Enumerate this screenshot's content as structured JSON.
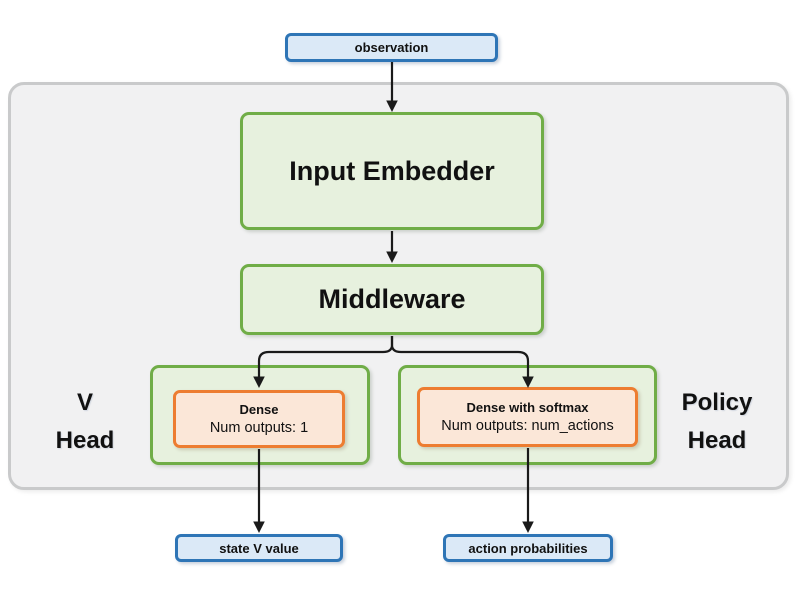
{
  "nodes": {
    "observation": {
      "label": "observation"
    },
    "input_embedder": {
      "label": "Input Embedder"
    },
    "middleware": {
      "label": "Middleware"
    },
    "v_head": {
      "label_line1": "V",
      "label_line2": "Head"
    },
    "v_dense": {
      "title": "Dense",
      "subtitle": "Num outputs: 1"
    },
    "policy_head": {
      "label_line1": "Policy",
      "label_line2": "Head"
    },
    "policy_dense": {
      "title": "Dense with softmax",
      "subtitle": "Num outputs: num_actions"
    },
    "state_v_value": {
      "label": "state V value"
    },
    "action_probabilities": {
      "label": "action probabilities"
    }
  },
  "colors": {
    "io_fill": "#dbe9f7",
    "io_border": "#2e75b6",
    "stage_fill": "#e7f1de",
    "stage_border": "#70ad47",
    "dense_fill": "#fbe7d8",
    "dense_border": "#ed7d31",
    "container_fill": "#f1f1f2",
    "container_border": "#c9cacb",
    "arrow": "#1a1a1a"
  }
}
